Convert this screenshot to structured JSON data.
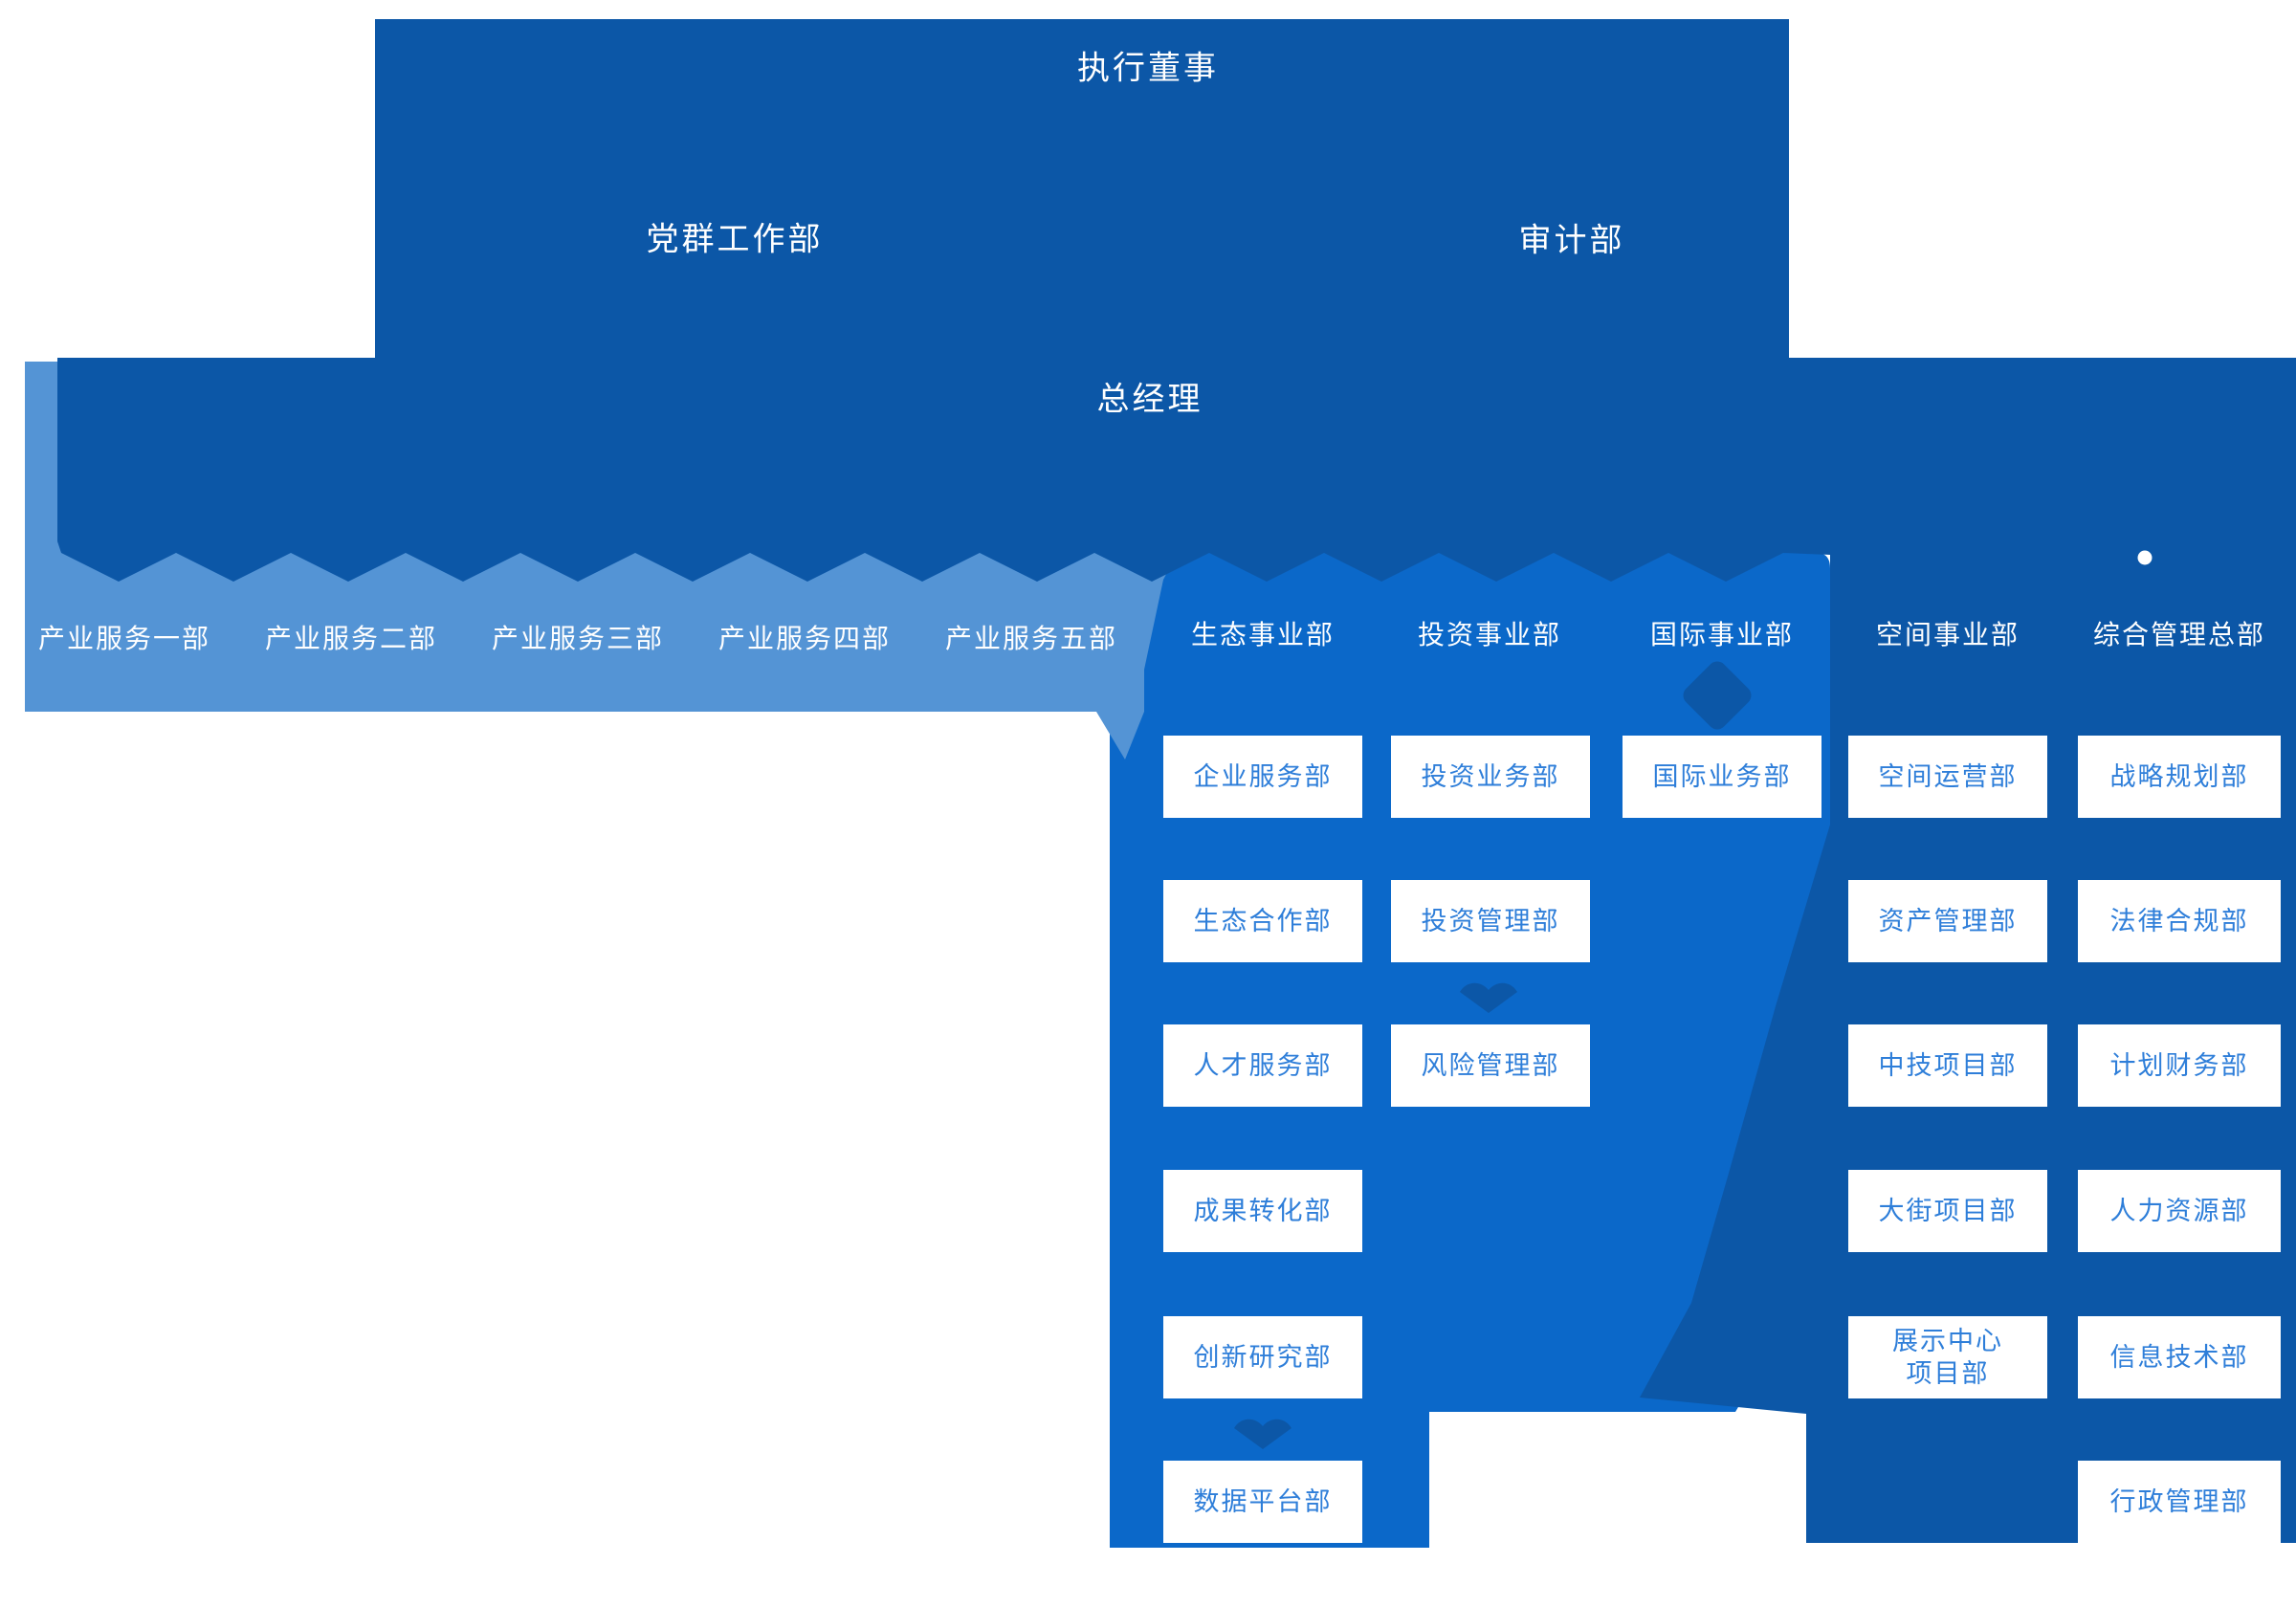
{
  "palette": {
    "dark": "#0C57A7",
    "bright": "#0B68C9",
    "light": "#5494D5",
    "boxText": "#2E7ED9",
    "white": "#FFFFFF"
  },
  "executive": {
    "title": "执行董事",
    "party_dept": "党群工作部",
    "audit_dept": "审计部"
  },
  "general_manager": {
    "title": "总经理"
  },
  "industry": {
    "labels": [
      "产业服务一部",
      "产业服务二部",
      "产业服务三部",
      "产业服务四部",
      "产业服务五部"
    ]
  },
  "columns": [
    {
      "label": "生态事业部",
      "boxes": [
        "企业服务部",
        "生态合作部",
        "人才服务部",
        "成果转化部",
        "创新研究部",
        "数据平台部"
      ]
    },
    {
      "label": "投资事业部",
      "boxes": [
        "投资业务部",
        "投资管理部",
        "风险管理部"
      ]
    },
    {
      "label": "国际事业部",
      "boxes": [
        "国际业务部"
      ]
    },
    {
      "label": "空间事业部",
      "boxes": [
        "空间运营部",
        "资产管理部",
        "中技项目部",
        "大街项目部",
        "展示中心\n项目部"
      ]
    },
    {
      "label": "综合管理总部",
      "boxes": [
        "战略规划部",
        "法律合规部",
        "计划财务部",
        "人力资源部",
        "信息技术部",
        "行政管理部"
      ]
    }
  ]
}
